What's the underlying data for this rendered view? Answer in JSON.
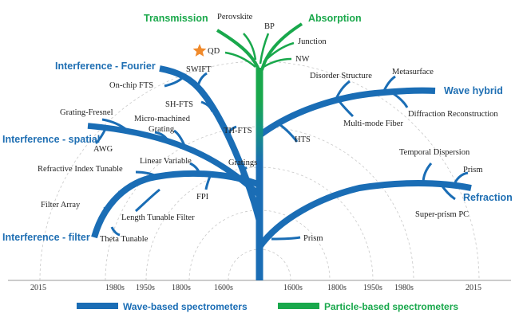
{
  "categories": {
    "transmission": "Transmission",
    "absorption": "Absorption",
    "interference_fourier": "Interference - Fourier",
    "interference_spatial": "Interference - spatial",
    "interference_filter": "Interference - filter",
    "wave_hybrid": "Wave hybrid",
    "refraction": "Refraction"
  },
  "leaves": {
    "perovskite": "Perovskite",
    "bp": "BP",
    "junction": "Junction",
    "nw": "NW",
    "qd": "QD",
    "swift": "SWIFT",
    "onchip_fts": "On-chip FTS",
    "sh_fts": "SH-FTS",
    "micro_machined": "Micro-machined",
    "grating_fresnel": "Grating-Fresnel",
    "grating": "Grating",
    "awg": "AWG",
    "th_fts": "TH-FTS",
    "linear_variable": "Linear Variable",
    "gratings": "Gratings",
    "refractive_index_tunable": "Refractive Index Tunable",
    "fpi": "FPI",
    "filter_array": "Filter Array",
    "length_tunable_filter": "Length Tunable Filter",
    "theta_tunable": "Theta Tunable",
    "disorder_structure": "Disorder Structure",
    "metasurface": "Metasurface",
    "diffraction_reconstruction": "Diffraction Reconstruction",
    "multimode_fiber": "Multi-mode Fiber",
    "hts": "HTS",
    "temporal_dispersion": "Temporal Dispersion",
    "prism_right": "Prism",
    "super_prism_pc": "Super-prism PC",
    "prism_low": "Prism"
  },
  "axis": {
    "left": [
      "2015",
      "1980s",
      "1950s",
      "1800s",
      "1600s"
    ],
    "right": [
      "1600s",
      "1800s",
      "1950s",
      "1980s",
      "2015"
    ]
  },
  "legend": {
    "wave": "Wave-based spectrometers",
    "particle": "Particle-based spectrometers"
  },
  "colors": {
    "wave": "#1a6db5",
    "particle": "#19a84c",
    "star": "#f08a2c"
  }
}
